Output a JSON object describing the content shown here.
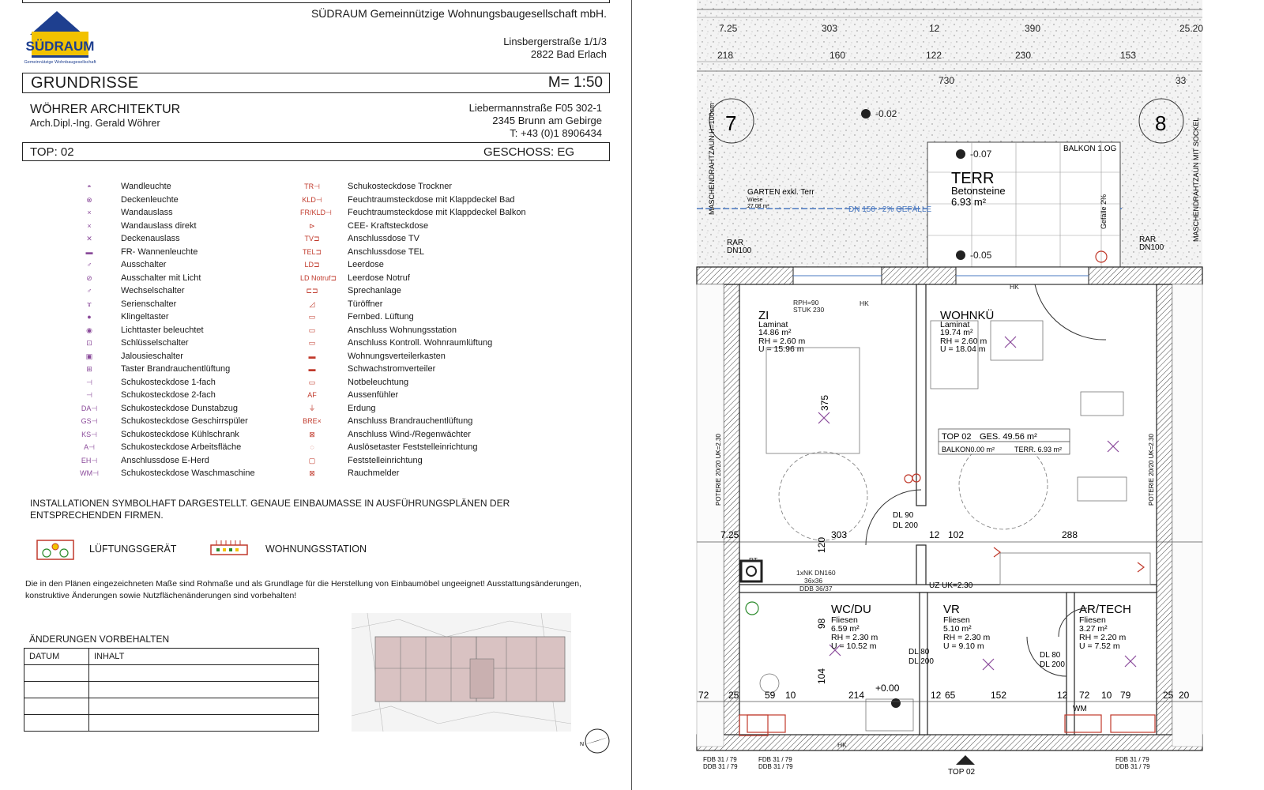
{
  "header": {
    "company": "SÜDRAUM Gemeinnützige Wohnungsbaugesellschaft mbH.",
    "company_address_line1": "Linsbergerstraße 1/1/3",
    "company_address_line2": "2822 Bad Erlach",
    "logo_text": "SÜDRAUM",
    "logo_subtext": "Gemeinnützige Wohnbaugesellschaft",
    "sheet_title": "GRUNDRISSE",
    "scale": "M= 1:50",
    "architect": "WÖHRER ARCHITEKTUR",
    "architect_person": "Arch.Dipl.-Ing. Gerald Wöhrer",
    "architect_address_line1": "Liebermannstraße F05 302-1",
    "architect_address_line2": "2345 Brunn am Gebirge",
    "architect_phone": "T: +43 (0)1 8906434",
    "top": "TOP:  02",
    "floor": "GESCHOSS: EG"
  },
  "legend_left": [
    {
      "label": "Wandleuchte",
      "sym": "◓"
    },
    {
      "label": "Deckenleuchte",
      "sym": "⊗"
    },
    {
      "label": "Wandauslass",
      "sym": "×"
    },
    {
      "label": "Wandauslass direkt",
      "sym": "×"
    },
    {
      "label": "Deckenauslass",
      "sym": "✕"
    },
    {
      "label": "FR- Wannenleuchte",
      "sym": "▬"
    },
    {
      "label": "Ausschalter",
      "sym": "♂"
    },
    {
      "label": "Ausschalter mit Licht",
      "sym": "⊘"
    },
    {
      "label": "Wechselschalter",
      "sym": "♂"
    },
    {
      "label": "Serienschalter",
      "sym": "ɤ"
    },
    {
      "label": "Klingeltaster",
      "sym": "●"
    },
    {
      "label": "Lichttaster beleuchtet",
      "sym": "◉"
    },
    {
      "label": "Schlüsselschalter",
      "sym": "⊡"
    },
    {
      "label": "Jalousieschalter",
      "sym": "▣"
    },
    {
      "label": "Taster Brandrauchentlüftung",
      "sym": "⊞"
    },
    {
      "label": "Schukosteckdose 1-fach",
      "sym": "⊣"
    },
    {
      "label": "Schukosteckdose 2-fach",
      "sym": "⊣"
    },
    {
      "label": "Schukosteckdose Dunstabzug",
      "sym": "DA⊣"
    },
    {
      "label": "Schukosteckdose Geschirrspüler",
      "sym": "GS⊣"
    },
    {
      "label": "Schukosteckdose Kühlschrank",
      "sym": "KS⊣"
    },
    {
      "label": "Schukosteckdose Arbeitsfläche",
      "sym": "A⊣"
    },
    {
      "label": "Anschlussdose E-Herd",
      "sym": "EH⊣"
    },
    {
      "label": "Schukosteckdose Waschmaschine",
      "sym": "WM⊣"
    }
  ],
  "legend_right": [
    {
      "label": "Schukosteckdose Trockner",
      "sym": "TR⊣"
    },
    {
      "label": "Feuchtraumsteckdose mit Klappdeckel Bad",
      "sym": "KLD⊣"
    },
    {
      "label": "Feuchtraumsteckdose mit Klappdeckel Balkon",
      "sym": "FR/KLD⊣"
    },
    {
      "label": "CEE- Kraftsteckdose",
      "sym": "⊳"
    },
    {
      "label": "Anschlussdose TV",
      "sym": "TV⊐"
    },
    {
      "label": "Anschlussdose TEL",
      "sym": "TEL⊐"
    },
    {
      "label": "Leerdose",
      "sym": "LD⊐"
    },
    {
      "label": "Leerdose Notruf",
      "sym": "LD Notruf⊐"
    },
    {
      "label": "Sprechanlage",
      "sym": "⊏⊐"
    },
    {
      "label": "Türöffner",
      "sym": "◿"
    },
    {
      "label": "Fernbed. Lüftung",
      "sym": "▭"
    },
    {
      "label": "Anschluss Wohnungsstation",
      "sym": "▭"
    },
    {
      "label": "Anschluss Kontroll. Wohnraumlüftung",
      "sym": "▭"
    },
    {
      "label": "Wohnungsverteilerkasten",
      "sym": "▬"
    },
    {
      "label": "Schwachstromverteiler",
      "sym": "▬"
    },
    {
      "label": "Notbeleuchtung",
      "sym": "▭"
    },
    {
      "label": "Aussenfühler",
      "sym": "AF"
    },
    {
      "label": "Erdung",
      "sym": "⏚"
    },
    {
      "label": "Anschluss Brandrauchentlüftung",
      "sym": "BRE×"
    },
    {
      "label": "Anschluss Wind-/Regenwächter",
      "sym": "⊠"
    },
    {
      "label": "Auslösetaster Feststelleinrichtung",
      "sym": "◌"
    },
    {
      "label": "Feststelleinrichtung",
      "sym": "▢"
    },
    {
      "label": "Rauchmelder",
      "sym": "⊠"
    }
  ],
  "notes": {
    "installation": "INSTALLATIONEN SYMBOLHAFT DARGESTELLT. GENAUE EINBAUMASSE IN AUSFÜHRUNGSPLÄNEN DER ENTSPRECHENDEN FIRMEN.",
    "device1": "LÜFTUNGSGERÄT",
    "device2": "WOHNUNGSSTATION",
    "disclaimer": "Die in den Plänen eingezeichneten Maße sind Rohmaße und als Grundlage für die Herstellung von Einbaumöbel ungeeignet! Ausstattungsänderungen, konstruktive Änderungen sowie Nutzflächenänderungen sind vorbehalten!"
  },
  "changes": {
    "title": "ÄNDERUNGEN VORBEHALTEN",
    "col_date": "DATUM",
    "col_content": "INHALT"
  },
  "floorplan": {
    "dims_top1": [
      "7.25",
      "303",
      "12",
      "390",
      "25.20"
    ],
    "dims_top2": [
      "218",
      "160",
      "122",
      "230",
      "153"
    ],
    "dim_730": "730",
    "dim_33": "33",
    "axis_left": "7",
    "axis_right": "8",
    "level_garden": "-0.02",
    "level_terr1": "-0.07",
    "level_terr2": "-0.05",
    "level_floor": "+0.00",
    "balkon": "BALKON 1.OG",
    "terr_name": "TERR",
    "terr_material": "Betonsteine",
    "terr_area": "6.93 m²",
    "garten": "GARTEN exkl. Terr",
    "wiese": "Wiese",
    "garten_area": "27.08 m²",
    "drain": "DN 150 - 2% GEFÄLLE",
    "fence_left": "MASCHENDRAHTZAUN H=100cm",
    "fence_right": "MASCHENDRAHTZAUN MIT SOCKEL",
    "rar": "RAR",
    "dn100": "DN100",
    "gefaelle": "Gefälle 2%",
    "rooms": {
      "zi": {
        "name": "ZI",
        "mat": "Laminat",
        "area": "14.86 m²",
        "rh": "RH = 2.60 m",
        "u": "U = 15.96 m"
      },
      "wohnkue": {
        "name": "WOHNKÜ",
        "mat": "Laminat",
        "area": "19.74 m²",
        "rh": "RH = 2.60 m",
        "u": "U = 18.04 m"
      },
      "wcdu": {
        "name": "WC/DU",
        "mat": "Fliesen",
        "area": "6.59 m²",
        "rh": "RH = 2.30 m",
        "u": "U = 10.52 m"
      },
      "vr": {
        "name": "VR",
        "mat": "Fliesen",
        "area": "5.10 m²",
        "rh": "RH = 2.30 m",
        "u": "U = 9.10 m"
      },
      "artech": {
        "name": "AR/TECH",
        "mat": "Fliesen",
        "area": "3.27 m²",
        "rh": "RH = 2.20 m",
        "u": "U = 7.52 m"
      }
    },
    "summary_top": "TOP 02",
    "summary_ges": "GES. 49.56 m²",
    "summary_balkon": "BALKON0.00 m²",
    "summary_terr": "TERR. 6.93 m²",
    "dims_mid": [
      "7.25",
      "303",
      "12",
      "102",
      "288"
    ],
    "dims_bottom": [
      "72",
      "25",
      "59",
      "10",
      "104",
      "214",
      "12",
      "65",
      "152",
      "12",
      "72",
      "10",
      "79",
      "25",
      "20"
    ],
    "dim_375": "375",
    "dim_120": "120",
    "dim_98": "98",
    "uz": "UZ UK=2.30",
    "dl_90": "DL 90",
    "dl_200": "DL 200",
    "dl_80": "DL 80",
    "hk": "HK",
    "rph": "RPH=90",
    "stuk": "STUK 230",
    "pt": "PT",
    "nk": "1xNK DN160",
    "nk2": "36x36",
    "ddb": "DDB 36/37",
    "wm": "WM",
    "top_label": "TOP 02",
    "poterie": "POTERIE 20/20 UK=2.30",
    "fdb": "FDB 31 / 79",
    "ddb2": "DDB 31 / 79"
  }
}
